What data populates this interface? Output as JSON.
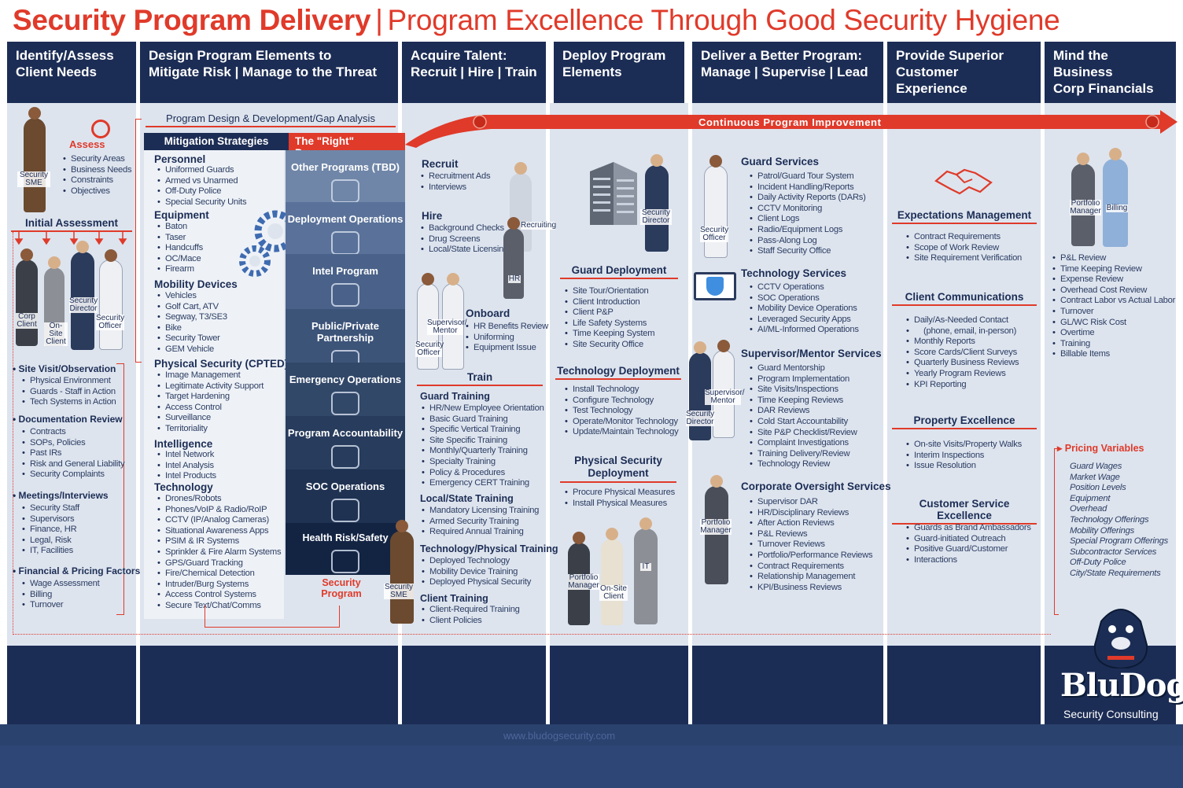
{
  "title": {
    "bold": "Security Program Delivery",
    "separator": "|",
    "rest": "Program Excellence Through Good Security Hygiene"
  },
  "columns": [
    {
      "l1": "Identify/Assess",
      "l2": "Client Needs"
    },
    {
      "l1": "Design Program Elements to",
      "l2": "Mitigate Risk | Manage to the Threat"
    },
    {
      "l1": "Acquire Talent:",
      "l2": "Recruit | Hire | Train"
    },
    {
      "l1": "Deploy Program",
      "l2": "Elements"
    },
    {
      "l1": "Deliver a Better Program:",
      "l2": "Manage | Supervise | Lead"
    },
    {
      "l1": "Provide Superior",
      "l2": "Customer Experience"
    },
    {
      "l1": "Mind the Business",
      "l2": "Corp Financials"
    }
  ],
  "col1": {
    "assess": "Assess",
    "assess_items": [
      "Security Areas",
      "Business Needs",
      "Constraints",
      "Objectives"
    ],
    "sme": "Security SME",
    "initial": "Initial Assessment",
    "people": [
      "Corp Client",
      "On-Site Client",
      "Security Director",
      "Security Officer"
    ],
    "site_visit": "Site Visit/Observation",
    "site_items": [
      "Physical Environment",
      "Guards - Staff in Action",
      "Tech Systems in Action"
    ],
    "doc": "Documentation Review",
    "doc_items": [
      "Contracts",
      "SOPs, Policies",
      "Past IRs",
      "Risk and General Liability",
      "Security Complaints"
    ],
    "meet": "Meetings/Interviews",
    "meet_items": [
      "Security Staff",
      "Supervisors",
      "Finance, HR",
      "Legal, Risk",
      "IT, Facilities"
    ],
    "fin": "Financial & Pricing Factors",
    "fin_items": [
      "Wage Assessment",
      "Billing",
      "Turnover"
    ]
  },
  "col2": {
    "pdgap": "Program Design & Development/Gap Analysis",
    "mitigation": "Mitigation Strategies",
    "right": "The \"Right\" Program",
    "groups": [
      {
        "h": "Personnel",
        "items": [
          "Uniformed Guards",
          "Armed vs Unarmed",
          "Off-Duty Police",
          "Special Security Units"
        ]
      },
      {
        "h": "Equipment",
        "items": [
          "Baton",
          "Taser",
          "Handcuffs",
          "OC/Mace",
          "Firearm"
        ]
      },
      {
        "h": "Mobility Devices",
        "items": [
          "Vehicles",
          "Golf Cart, ATV",
          "Segway, T3/SE3",
          "Bike",
          "Security Tower",
          "GEM Vehicle"
        ]
      },
      {
        "h": "Physical Security (CPTED)",
        "items": [
          "Image Management",
          "Legitimate Activity Support",
          "Target Hardening",
          "Access Control",
          "Surveillance",
          "Territoriality"
        ]
      },
      {
        "h": "Intelligence",
        "items": [
          "Intel Network",
          "Intel Analysis",
          "Intel Products"
        ]
      },
      {
        "h": "Technology",
        "items": [
          "Drones/Robots",
          "Phones/VoIP & Radio/RoIP",
          "CCTV (IP/Analog Cameras)",
          "Situational Awareness Apps",
          "PSIM & IR Systems",
          "Sprinkler & Fire Alarm Systems",
          "GPS/Guard Tracking",
          "Fire/Chemical Detection",
          "Intruder/Burg Systems",
          "Access Control Systems",
          "Secure Text/Chat/Comms"
        ]
      }
    ],
    "stack": [
      "Other Programs (TBD)",
      "Deployment Operations",
      "Intel Program",
      "Public/Private Partnership",
      "Emergency Operations",
      "Program Accountability",
      "SOC Operations",
      "Health Risk/Safety"
    ],
    "security_program": "Security Program"
  },
  "col3": {
    "recruit": "Recruit",
    "recruit_items": [
      "Recruitment Ads",
      "Interviews"
    ],
    "hire": "Hire",
    "hire_items": [
      "Background Checks",
      "Drug Screens",
      "Local/State Licensing"
    ],
    "recruiting": "Recruiting",
    "hr": "HR",
    "onboard": "Onboard",
    "onboard_items": [
      "HR Benefits Review",
      "Uniforming",
      "Equipment Issue"
    ],
    "supervisor": "Supervisor/ Mentor",
    "officer": "Security Officer",
    "train": "Train",
    "guard_training": "Guard Training",
    "guard_items": [
      "HR/New Employee Orientation",
      "Basic Guard Training",
      "Specific Vertical Training",
      "Site Specific Training",
      "Monthly/Quarterly Training",
      "Specialty Training",
      "Policy & Procedures",
      "Emergency CERT Training"
    ],
    "local": "Local/State Training",
    "local_items": [
      "Mandatory Licensing Training",
      "Armed Security Training",
      "Required Annual Training"
    ],
    "tech": "Technology/Physical Training",
    "tech_items": [
      "Deployed Technology",
      "Mobility Device Training",
      "Deployed Physical Security"
    ],
    "client": "Client Training",
    "client_items": [
      "Client-Required Training",
      "Client Policies"
    ],
    "sme": "Security SME"
  },
  "cpi": "Continuous Program Improvement",
  "col4": {
    "director": "Security Director",
    "gd": "Guard Deployment",
    "gd_items": [
      "Site Tour/Orientation",
      "Client Introduction",
      "Client P&P",
      "Life Safety Systems",
      "Time Keeping System",
      "Site Security Office"
    ],
    "td": "Technology Deployment",
    "td_items": [
      "Install Technology",
      "Configure Technology",
      "Test Technology",
      "Operate/Monitor Technology",
      "Update/Maintain Technology"
    ],
    "psd": "Physical Security Deployment",
    "psd_items": [
      "Procure Physical Measures",
      "Install Physical Measures"
    ],
    "people": [
      "Portfolio Manager",
      "On-Site Client",
      "IT"
    ]
  },
  "col5": {
    "gs": "Guard Services",
    "gs_items": [
      "Patrol/Guard Tour System",
      "Incident Handling/Reports",
      "Daily Activity Reports (DARs)",
      "CCTV Monitoring",
      "Client Logs",
      "Radio/Equipment Logs",
      "Pass-Along Log",
      "Staff Security Office"
    ],
    "officer": "Security Officer",
    "ts": "Technology Services",
    "ts_items": [
      "CCTV Operations",
      "SOC Operations",
      "Mobility Device Operations",
      "Leveraged Security Apps",
      "AI/ML-Informed Operations"
    ],
    "sm": "Supervisor/Mentor Services",
    "sm_items": [
      "Guard Mentorship",
      "Program Implementation",
      "Site Visits/Inspections",
      "Time Keeping Reviews",
      "DAR Reviews",
      "Cold Start Accountability",
      "Site P&P Checklist/Review",
      "Complaint Investigations",
      "Training Delivery/Review",
      "Technology Review"
    ],
    "supervisor": "Supervisor/ Mentor",
    "director": "Security Director",
    "co": "Corporate Oversight Services",
    "co_items": [
      "Supervisor DAR",
      "HR/Disciplinary Reviews",
      "After Action Reviews",
      "P&L Reviews",
      "Turnover Reviews",
      "Portfolio/Performance Reviews",
      "Contract Requirements",
      "Relationship Management",
      "KPI/Business Reviews"
    ],
    "pm": "Portfolio Manager"
  },
  "col6": {
    "em": "Expectations Management",
    "em_items": [
      "Contract Requirements",
      "Scope of Work Review",
      "Site Requirement Verification"
    ],
    "cc": "Client Communications",
    "cc_items": [
      "Daily/As-Needed Contact",
      "(phone, email, in-person)",
      "Monthly Reports",
      "Score Cards/Client Surveys",
      "Quarterly Business Reviews",
      "Yearly Program Reviews",
      "KPI Reporting"
    ],
    "pe": "Property Excellence",
    "pe_items": [
      "On-site Visits/Property Walks",
      "Interim Inspections",
      "Issue Resolution"
    ],
    "cs": "Customer Service Excellence",
    "cs_items": [
      "Guards as Brand Ambassadors",
      "Guard-initiated Outreach",
      "Positive Guard/Customer",
      "Interactions"
    ]
  },
  "col7": {
    "pm": "Portfolio Manager",
    "billing": "Billing",
    "items": [
      "P&L Review",
      "Time Keeping Review",
      "Expense Review",
      "Overhead Cost Review",
      "Contract Labor vs Actual Labor",
      "Turnover",
      "GL/WC Risk Cost",
      "Overtime",
      "Training",
      "Billable Items"
    ],
    "pricing": "Pricing Variables",
    "pricing_items": [
      "Guard Wages",
      "Market Wage",
      "Position Levels",
      "Equipment",
      "Overhead",
      "Technology Offerings",
      "Mobility Offerings",
      "Special Program Offerings",
      "Subcontractor Services",
      "Off-Duty Police",
      "City/State Requirements"
    ]
  },
  "logo": {
    "name": "BluDog",
    "sub": "Security Consulting"
  },
  "url": "www.bludogsecurity.com",
  "colors": {
    "navy": "#1c2d55",
    "red": "#e03a2a",
    "panel": "#dde4ee"
  }
}
